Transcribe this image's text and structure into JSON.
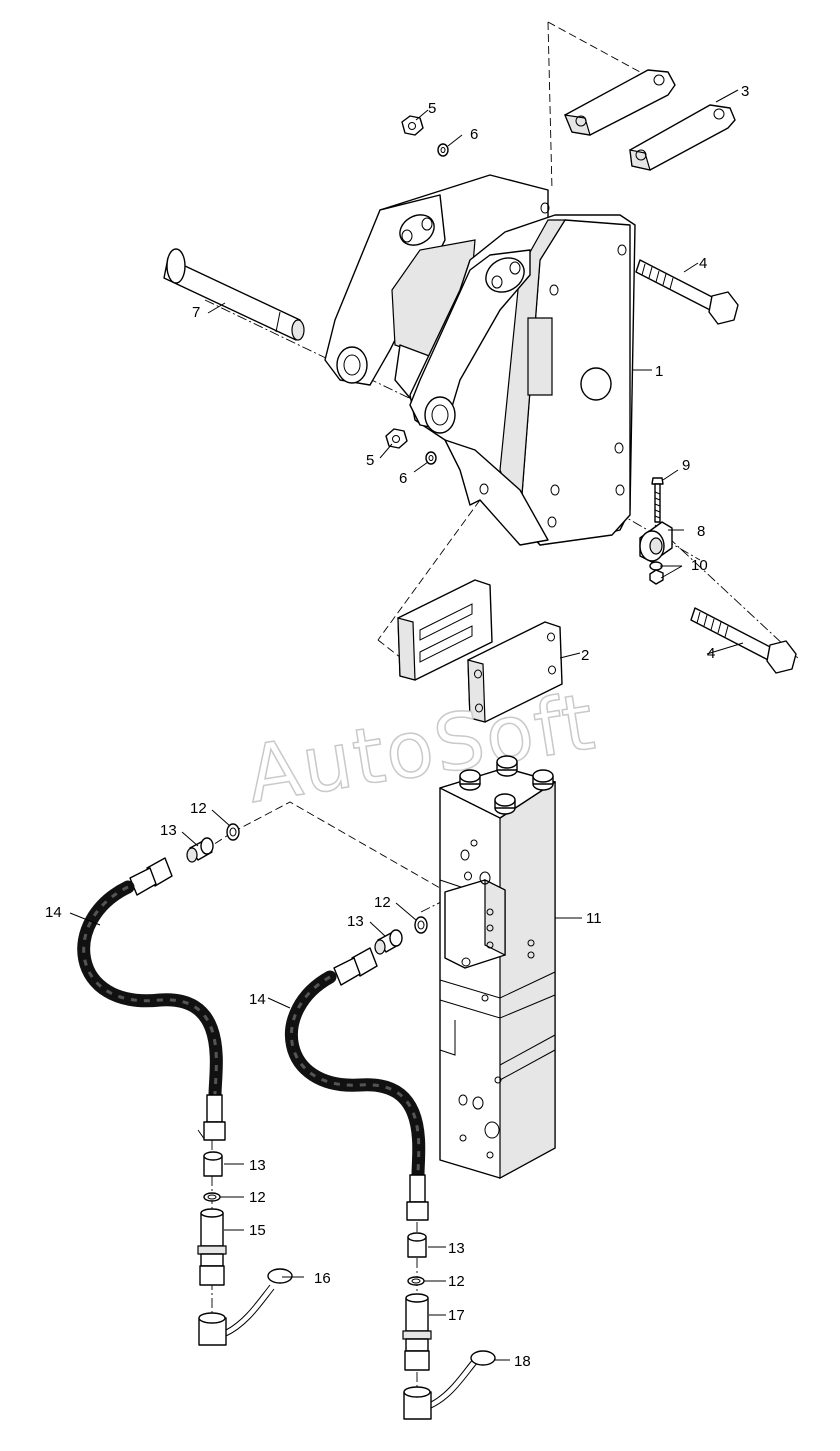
{
  "watermark": "AutoSoft",
  "callouts": {
    "c1": "1",
    "c2": "2",
    "c3": "3",
    "c4a": "4",
    "c4b": "4",
    "c5a": "5",
    "c5b": "5",
    "c6a": "6",
    "c6b": "6",
    "c7": "7",
    "c8": "8",
    "c9": "9",
    "c10": "10",
    "c11": "11",
    "c12a": "12",
    "c12b": "12",
    "c12c": "12",
    "c12d": "12",
    "c13a": "13",
    "c13b": "13",
    "c13c": "13",
    "c13d": "13",
    "c14a": "14",
    "c14b": "14",
    "c15": "15",
    "c16": "16",
    "c17": "17",
    "c18": "18"
  }
}
